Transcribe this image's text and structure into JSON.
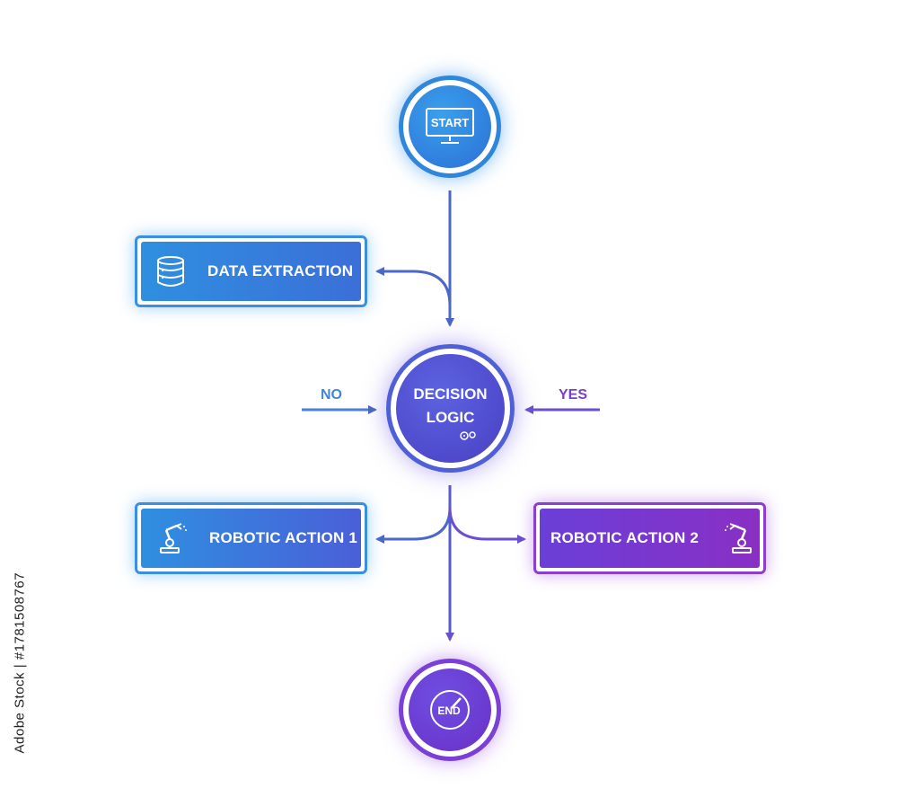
{
  "nodes": {
    "start": "START",
    "data_extraction": "DATA EXTRACTION",
    "decision_line1": "DECISION",
    "decision_line2": "LOGIC",
    "robotic_action_1": "ROBOTIC ACTION 1",
    "robotic_action_2": "ROBOTIC ACTION 2",
    "end": "END"
  },
  "edges": {
    "no_label": "NO",
    "yes_label": "YES"
  },
  "watermark": {
    "stock_id": "Adobe Stock | #1781508767"
  },
  "icons": {
    "start": "monitor-icon",
    "data_extraction": "database-icon",
    "decision": "gears-icon",
    "robotic_action_1": "robot-arm-icon",
    "robotic_action_2": "robot-arm-icon",
    "end": "gauge-icon"
  },
  "colors": {
    "blue": "#2f86dd",
    "indigo": "#4f5fd8",
    "purple": "#7a3fd6",
    "connector": "#4a67c9"
  }
}
